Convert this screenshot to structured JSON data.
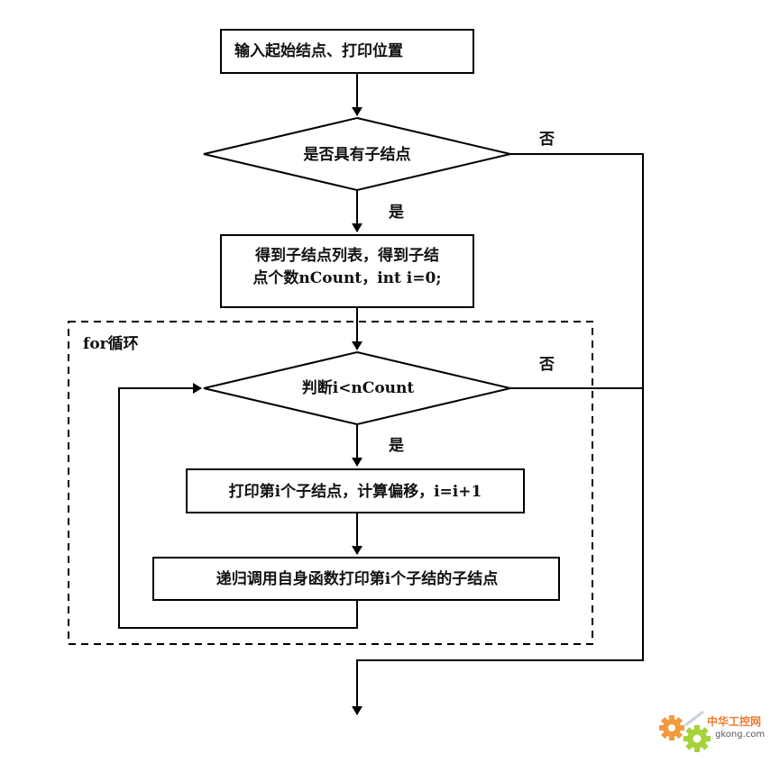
{
  "diagram": {
    "title": "recursive child node print flowchart",
    "nodes": {
      "start": {
        "type": "process",
        "text": "输入起始结点、打印位置"
      },
      "has_children": {
        "type": "decision",
        "text": "是否具有子结点"
      },
      "get_children": {
        "type": "process",
        "lines": [
          "得到子结点列表，得到子结",
          "点个数nCount，int i=0;"
        ]
      },
      "loop_check": {
        "type": "decision",
        "text": "判断i<nCount"
      },
      "print_child": {
        "type": "process",
        "text": "打印第i个子结点，计算偏移，i=i+1"
      },
      "recurse": {
        "type": "process",
        "text": "递归调用自身函数打印第i个子结的子结点"
      }
    },
    "group": {
      "label": "for循环"
    },
    "edge_labels": {
      "has_children_no": "否",
      "has_children_yes": "是",
      "loop_no": "否",
      "loop_yes": "是"
    },
    "edges": [
      {
        "from": "start",
        "to": "has_children"
      },
      {
        "from": "has_children",
        "to": "get_children",
        "label": "是"
      },
      {
        "from": "has_children",
        "to": "end",
        "label": "否"
      },
      {
        "from": "get_children",
        "to": "loop_check"
      },
      {
        "from": "loop_check",
        "to": "print_child",
        "label": "是"
      },
      {
        "from": "loop_check",
        "to": "end",
        "label": "否"
      },
      {
        "from": "print_child",
        "to": "recurse"
      },
      {
        "from": "recurse",
        "to": "loop_check"
      }
    ],
    "colors": {
      "stroke": "#000000",
      "background": "#ffffff"
    }
  },
  "watermark": {
    "text_cn": "中华工控网",
    "text_en": "gkong.com"
  }
}
